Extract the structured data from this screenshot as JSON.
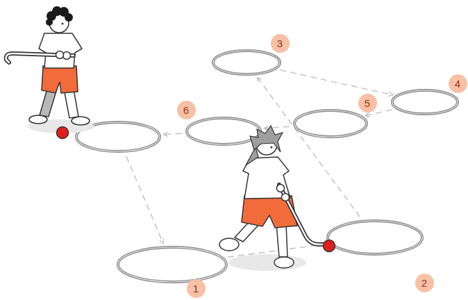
{
  "diagram": {
    "nodes": [
      {
        "text": [
          "1"
        ]
      },
      {
        "text": [
          "2"
        ]
      },
      {
        "text": [
          "3"
        ]
      },
      {
        "text": [
          "4"
        ]
      },
      {
        "text": [
          "5"
        ]
      },
      {
        "text": [
          "6"
        ]
      },
      {
        "text": []
      }
    ],
    "edges": [
      {
        "from": 0,
        "to": 1,
        "arrow": "to"
      },
      {
        "from": 1,
        "to": 2,
        "arrow": "to"
      },
      {
        "from": 2,
        "to": 3,
        "arrow": "to"
      },
      {
        "from": 3,
        "to": 4,
        "arrow": "to"
      },
      {
        "from": 4,
        "to": 5,
        "arrow": "to"
      },
      {
        "from": 5,
        "to": 6,
        "arrow": "to"
      },
      {
        "from": 6,
        "to": 0,
        "arrow": "to"
      }
    ]
  }
}
